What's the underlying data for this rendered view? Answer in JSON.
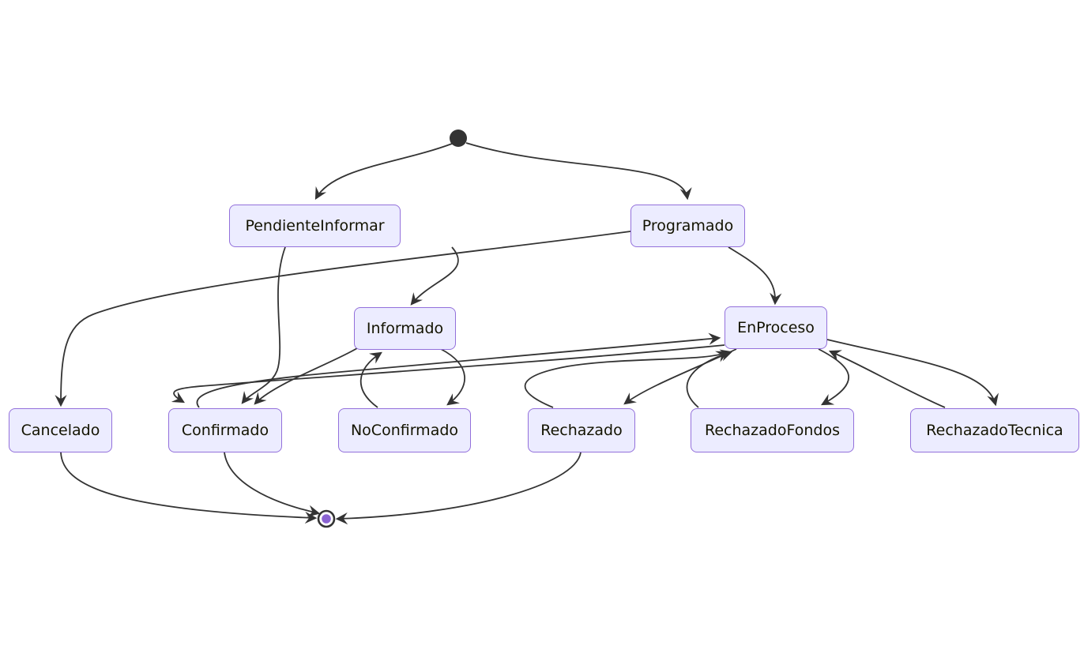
{
  "diagram": {
    "type": "state-diagram",
    "states": [
      {
        "id": "PendienteInformar",
        "label": "PendienteInformar"
      },
      {
        "id": "Programado",
        "label": "Programado"
      },
      {
        "id": "Informado",
        "label": "Informado"
      },
      {
        "id": "EnProceso",
        "label": "EnProceso"
      },
      {
        "id": "Cancelado",
        "label": "Cancelado"
      },
      {
        "id": "Confirmado",
        "label": "Confirmado"
      },
      {
        "id": "NoConfirmado",
        "label": "NoConfirmado"
      },
      {
        "id": "Rechazado",
        "label": "Rechazado"
      },
      {
        "id": "RechazadoFondos",
        "label": "RechazadoFondos"
      },
      {
        "id": "RechazadoTecnica",
        "label": "RechazadoTecnica"
      }
    ],
    "initial_marker": "filled-dot",
    "final_marker": "ring-with-dot",
    "transitions": [
      {
        "from": "[*]",
        "to": "PendienteInformar"
      },
      {
        "from": "[*]",
        "to": "Programado"
      },
      {
        "from": "PendienteInformar",
        "to": "Informado"
      },
      {
        "from": "PendienteInformar",
        "to": "Confirmado"
      },
      {
        "from": "Programado",
        "to": "EnProceso"
      },
      {
        "from": "Programado",
        "to": "Cancelado"
      },
      {
        "from": "Informado",
        "to": "Confirmado"
      },
      {
        "from": "Informado",
        "to": "NoConfirmado"
      },
      {
        "from": "NoConfirmado",
        "to": "Informado"
      },
      {
        "from": "EnProceso",
        "to": "Confirmado"
      },
      {
        "from": "Confirmado",
        "to": "EnProceso"
      },
      {
        "from": "EnProceso",
        "to": "Rechazado"
      },
      {
        "from": "Rechazado",
        "to": "EnProceso"
      },
      {
        "from": "EnProceso",
        "to": "RechazadoFondos"
      },
      {
        "from": "RechazadoFondos",
        "to": "EnProceso"
      },
      {
        "from": "EnProceso",
        "to": "RechazadoTecnica"
      },
      {
        "from": "RechazadoTecnica",
        "to": "EnProceso"
      },
      {
        "from": "Cancelado",
        "to": "[*]"
      },
      {
        "from": "Confirmado",
        "to": "[*]"
      },
      {
        "from": "Rechazado",
        "to": "[*]"
      }
    ],
    "colors": {
      "state_fill": "#ECECFF",
      "state_border": "#9370DB",
      "state_text": "#131300",
      "edge": "#333333",
      "initial_dot": "#333333",
      "final_inner_dot": "#8A63D2"
    }
  }
}
